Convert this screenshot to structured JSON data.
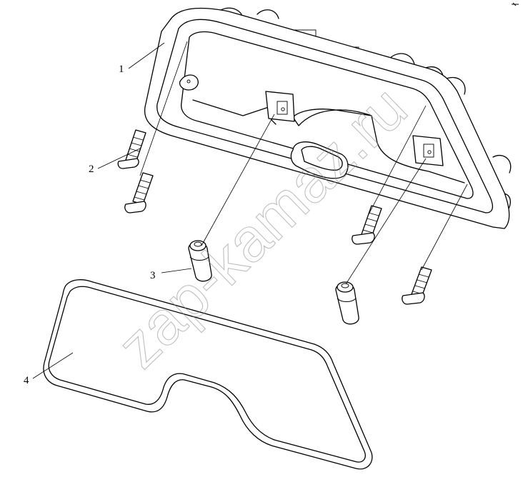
{
  "callouts": [
    {
      "id": "1",
      "label": "1"
    },
    {
      "id": "2",
      "label": "2"
    },
    {
      "id": "3",
      "label": "3"
    },
    {
      "id": "4",
      "label": "4"
    }
  ],
  "watermark": {
    "text": "zap-kamaz.ru",
    "color": "#8a8a8a"
  },
  "colors": {
    "line": "#000000",
    "background": "#ffffff"
  }
}
